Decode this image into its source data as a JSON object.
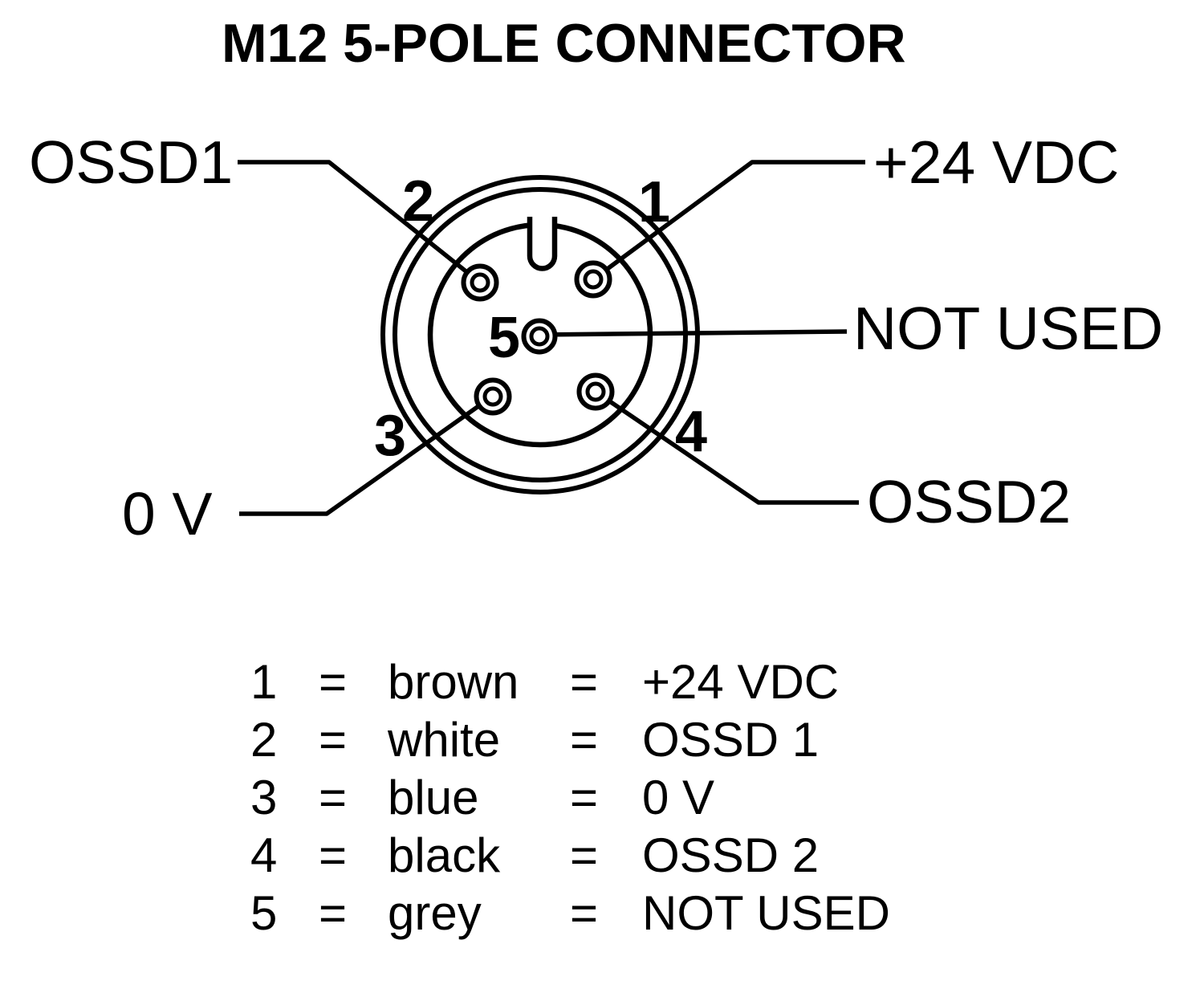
{
  "title": "M12 5-POLE CONNECTOR",
  "diagram": {
    "pin_numbers": {
      "pin1": "1",
      "pin2": "2",
      "pin3": "3",
      "pin4": "4",
      "pin5": "5"
    },
    "labels": {
      "ossd1": "OSSD1",
      "vdc": "+24 VDC",
      "not_used": "NOT USED",
      "zero_v": "0 V",
      "ossd2": "OSSD2"
    }
  },
  "legend": {
    "rows": [
      [
        "1",
        "=",
        "brown",
        "=",
        "+24 VDC"
      ],
      [
        "2",
        "=",
        "white",
        "=",
        "OSSD 1"
      ],
      [
        "3",
        "=",
        "blue",
        "=",
        "0 V"
      ],
      [
        "4",
        "=",
        "black",
        "=",
        "OSSD 2"
      ],
      [
        "5",
        "=",
        "grey",
        "=",
        "NOT USED"
      ]
    ]
  },
  "colors": {
    "ink": "#000000",
    "background": "#ffffff"
  }
}
